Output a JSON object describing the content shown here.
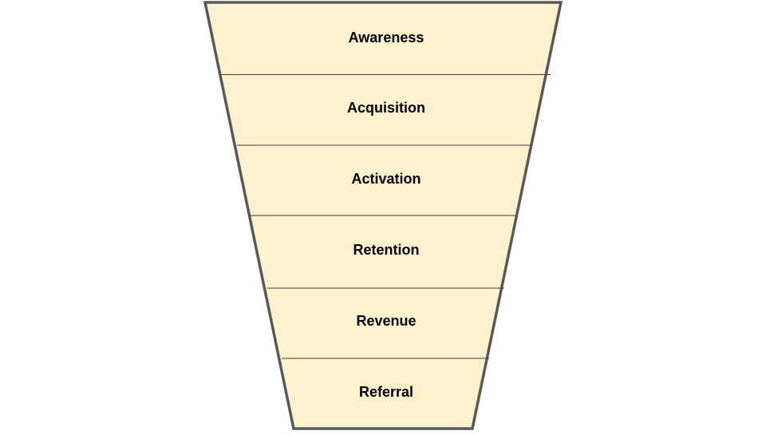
{
  "funnel": {
    "fill_color": "#FEF1CD",
    "outline_color": "#595959",
    "divider_color": "#404040",
    "text_color": "#000000",
    "stages": [
      {
        "label": "Awareness"
      },
      {
        "label": "Acquisition"
      },
      {
        "label": "Activation"
      },
      {
        "label": "Retention"
      },
      {
        "label": "Revenue"
      },
      {
        "label": "Referral"
      }
    ]
  }
}
